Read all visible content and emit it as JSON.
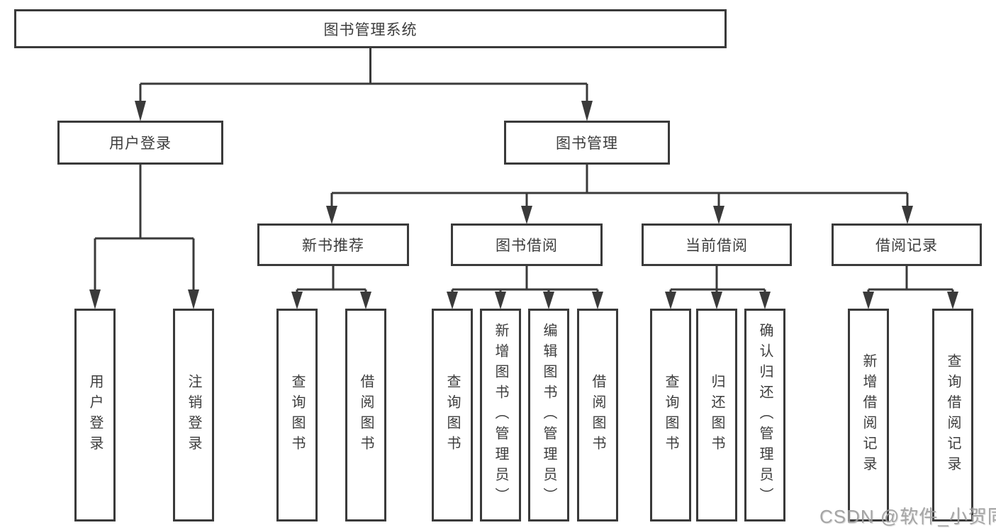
{
  "colors": {
    "line": "#3a3a3a",
    "box_border": "#3a3a3a",
    "text": "#3d3d3d",
    "background": "#ffffff",
    "watermark": "#9e9e9e"
  },
  "tree": {
    "root": {
      "label": "图书管理系统"
    },
    "branches": [
      {
        "label": "用户登录",
        "children": [
          {
            "label": "用户登录"
          },
          {
            "label": "注销登录"
          }
        ]
      },
      {
        "label": "图书管理",
        "children": [
          {
            "label": "新书推荐",
            "children": [
              {
                "label": "查询图书"
              },
              {
                "label": "借阅图书"
              }
            ]
          },
          {
            "label": "图书借阅",
            "children": [
              {
                "label": "查询图书"
              },
              {
                "label": "新增图书（管理员）"
              },
              {
                "label": "编辑图书（管理员）"
              },
              {
                "label": "借阅图书"
              }
            ]
          },
          {
            "label": "当前借阅",
            "children": [
              {
                "label": "查询图书"
              },
              {
                "label": "归还图书"
              },
              {
                "label": "确认归还（管理员）"
              }
            ]
          },
          {
            "label": "借阅记录",
            "children": [
              {
                "label": "新增借阅记录"
              },
              {
                "label": "查询借阅记录"
              }
            ]
          }
        ]
      }
    ]
  },
  "watermark": {
    "text": "CSDN @软件_小贺同学"
  }
}
